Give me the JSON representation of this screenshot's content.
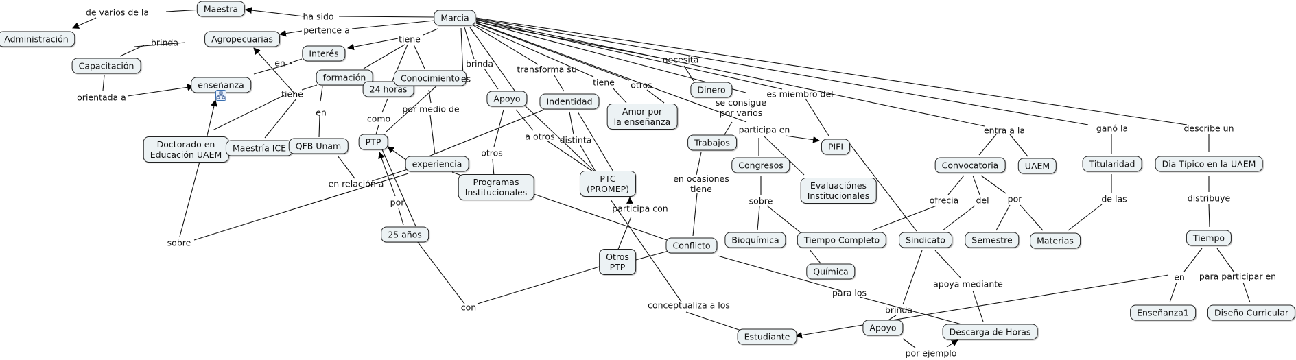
{
  "map": {
    "nodes": [
      {
        "id": "marcia",
        "label": "Marcia"
      },
      {
        "id": "maestra",
        "label": "Maestra"
      },
      {
        "id": "administracion",
        "label": "Administración"
      },
      {
        "id": "agropecuarias",
        "label": "Agropecuarias"
      },
      {
        "id": "capacitacion",
        "label": "Capacitación"
      },
      {
        "id": "interes",
        "label": "Interés"
      },
      {
        "id": "ensenanza",
        "label": "enseñanza"
      },
      {
        "id": "formacion",
        "label": "formación"
      },
      {
        "id": "horas24",
        "label": "24 horas"
      },
      {
        "id": "conocimiento",
        "label": "Conocimiento"
      },
      {
        "id": "doctorado",
        "label": "Doctorado en\nEducación UAEM"
      },
      {
        "id": "maestria",
        "label": "Maestría ICE"
      },
      {
        "id": "qfb",
        "label": "QFB Unam"
      },
      {
        "id": "ptp",
        "label": "PTP"
      },
      {
        "id": "experiencia",
        "label": "experiencia"
      },
      {
        "id": "anos25",
        "label": "25 años"
      },
      {
        "id": "apoyo1",
        "label": "Apoyo"
      },
      {
        "id": "programas",
        "label": "Programas\nInstitucionales"
      },
      {
        "id": "indentidad",
        "label": "Indentidad"
      },
      {
        "id": "ptc",
        "label": "PTC\n(PROMEP)"
      },
      {
        "id": "amor",
        "label": "Amor por\nla enseñanza"
      },
      {
        "id": "dinero",
        "label": "Dinero"
      },
      {
        "id": "trabajos",
        "label": "Trabajos"
      },
      {
        "id": "otrosptp",
        "label": "Otros\nPTP"
      },
      {
        "id": "conflicto",
        "label": "Conflicto"
      },
      {
        "id": "congresos",
        "label": "Congresos"
      },
      {
        "id": "evaluaciones",
        "label": "Evaluaciónes\nInstitucionales"
      },
      {
        "id": "pifi",
        "label": "PIFI"
      },
      {
        "id": "bioquimica",
        "label": "Bioquímica"
      },
      {
        "id": "quimica",
        "label": "Química"
      },
      {
        "id": "tiempocompleto",
        "label": "Tiempo Completo"
      },
      {
        "id": "convocatoria",
        "label": "Convocatoria"
      },
      {
        "id": "uaem",
        "label": "UAEM"
      },
      {
        "id": "sindicato",
        "label": "Sindicato"
      },
      {
        "id": "semestre",
        "label": "Semestre"
      },
      {
        "id": "materias",
        "label": "Materias"
      },
      {
        "id": "titularidad",
        "label": "Titularidad"
      },
      {
        "id": "diatipico",
        "label": "Dia Típico en la UAEM"
      },
      {
        "id": "tiempo",
        "label": "Tiempo"
      },
      {
        "id": "ensenanza1",
        "label": "Enseñanza1"
      },
      {
        "id": "diseno",
        "label": "Diseño Curricular"
      },
      {
        "id": "estudiante",
        "label": "Estudiante"
      },
      {
        "id": "apoyo2",
        "label": "Apoyo"
      },
      {
        "id": "descarga",
        "label": "Descarga de Horas"
      }
    ],
    "phrases": [
      {
        "id": "p_hasido",
        "label": "ha sido"
      },
      {
        "id": "p_devarios",
        "label": "de varios de la"
      },
      {
        "id": "p_pertence",
        "label": "pertence a"
      },
      {
        "id": "p_brinda1",
        "label": "brinda"
      },
      {
        "id": "p_tiene1",
        "label": "tiene"
      },
      {
        "id": "p_en1",
        "label": "en"
      },
      {
        "id": "p_orientada",
        "label": "orientada a"
      },
      {
        "id": "p_tiene2",
        "label": "tiene"
      },
      {
        "id": "p_en2",
        "label": "en"
      },
      {
        "id": "p_como",
        "label": "como"
      },
      {
        "id": "p_pormedio",
        "label": "por medio de"
      },
      {
        "id": "p_es",
        "label": "es"
      },
      {
        "id": "p_brinda2",
        "label": "brinda"
      },
      {
        "id": "p_transforma",
        "label": "transforma su"
      },
      {
        "id": "p_tiene3",
        "label": "tiene"
      },
      {
        "id": "p_otros1",
        "label": "otros"
      },
      {
        "id": "p_necesita",
        "label": "necesita"
      },
      {
        "id": "p_seconsigue",
        "label": "se consigue\npor varios"
      },
      {
        "id": "p_esmiembro",
        "label": "es miembro del"
      },
      {
        "id": "p_participaen",
        "label": "participa en"
      },
      {
        "id": "p_entra",
        "label": "entra a la"
      },
      {
        "id": "p_gano",
        "label": "ganó la"
      },
      {
        "id": "p_describe",
        "label": "describe un"
      },
      {
        "id": "p_enrelacion",
        "label": "en relación a"
      },
      {
        "id": "p_por1",
        "label": "por"
      },
      {
        "id": "p_otros2",
        "label": "otros"
      },
      {
        "id": "p_aotros",
        "label": "a otros"
      },
      {
        "id": "p_distinta",
        "label": "distinta"
      },
      {
        "id": "p_enocasiones",
        "label": "en ocasiones\ntiene"
      },
      {
        "id": "p_participacon",
        "label": "participa con"
      },
      {
        "id": "p_sobre1",
        "label": "sobre"
      },
      {
        "id": "p_sobre2",
        "label": "sobre"
      },
      {
        "id": "p_ofrecia",
        "label": "ofrecia"
      },
      {
        "id": "p_del",
        "label": "del"
      },
      {
        "id": "p_por2",
        "label": "por"
      },
      {
        "id": "p_delas",
        "label": "de las"
      },
      {
        "id": "p_distribuye",
        "label": "distribuye"
      },
      {
        "id": "p_con",
        "label": "con"
      },
      {
        "id": "p_paralos",
        "label": "para los"
      },
      {
        "id": "p_conceptualiza",
        "label": "conceptualiza a los"
      },
      {
        "id": "p_apoyamediante",
        "label": "apoya mediante"
      },
      {
        "id": "p_en3",
        "label": "en"
      },
      {
        "id": "p_parapart",
        "label": "para participar en"
      },
      {
        "id": "p_brinda3",
        "label": "brinda"
      },
      {
        "id": "p_porejemplo",
        "label": "por ejemplo"
      }
    ],
    "submap_icon": "concept-map-link-icon"
  }
}
